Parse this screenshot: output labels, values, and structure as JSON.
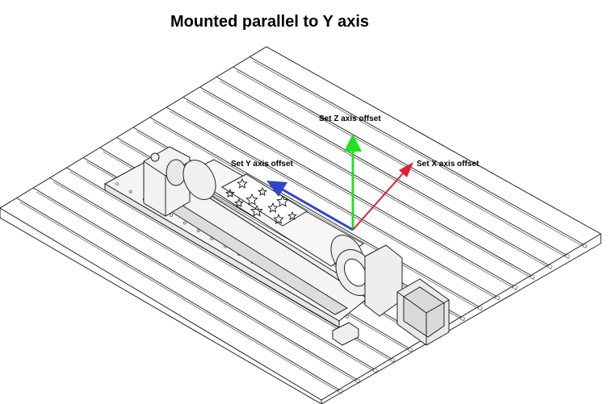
{
  "title": "Mounted parallel to Y axis",
  "axes": {
    "z": {
      "label": "Set Z axis offset",
      "color": "#22e022"
    },
    "y": {
      "label": "Set Y axis offset",
      "color": "#3344cc"
    },
    "x": {
      "label": "Set X axis offset",
      "color": "#dd2233"
    }
  },
  "icons": [
    "machine-bed",
    "rotary-axis",
    "stepper-motor",
    "chuck",
    "tailstock",
    "engraved-cylinder"
  ]
}
